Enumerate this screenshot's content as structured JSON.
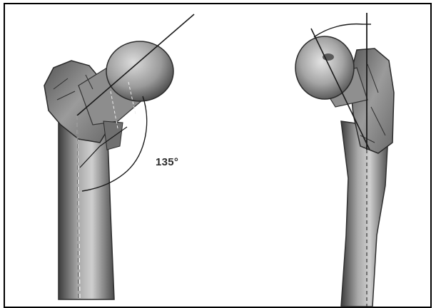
{
  "figure": {
    "angle_label": "135°"
  },
  "colors": {
    "frame": "#000000",
    "bone_dark": "#3a3a3a",
    "bone_mid": "#8a8a8a",
    "bone_light": "#d6d6d6",
    "guide_line": "#1a1a1a",
    "dashed_axis": "#f2f2f2"
  },
  "views": [
    {
      "name": "femur-anterior-view"
    },
    {
      "name": "femur-superior-view"
    }
  ]
}
